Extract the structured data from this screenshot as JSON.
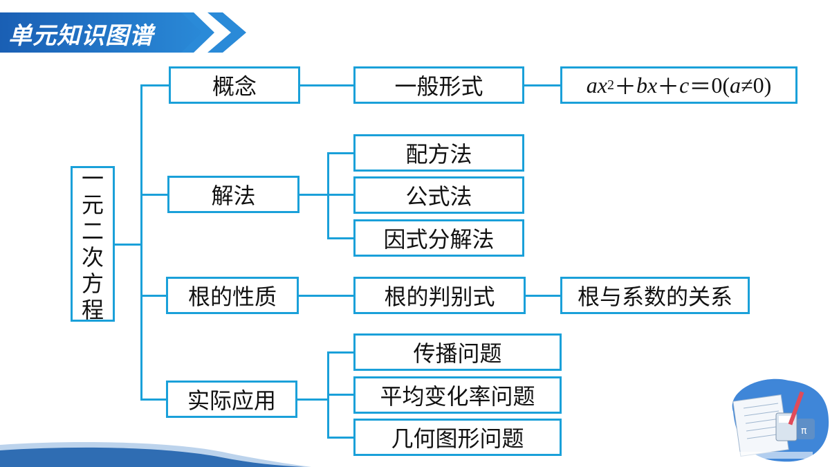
{
  "header": {
    "title": "单元知识图谱"
  },
  "diagram": {
    "root": [
      "一",
      "元",
      "二",
      "次",
      "方",
      "程"
    ],
    "concept": {
      "label": "概念",
      "child": "一般形式",
      "formula": {
        "a1": "a",
        "x1": "x",
        "sup": "2",
        "plus1": "＋",
        "b": "b",
        "x2": "x",
        "plus2": "＋",
        "c": "c",
        "eq": "＝",
        "zero": "0",
        "lp": "(",
        "a2": "a",
        "ne": "≠",
        "zero2": "0",
        "rp": ")"
      }
    },
    "methods": {
      "label": "解法",
      "children": [
        "配方法",
        "公式法",
        "因式分解法"
      ]
    },
    "roots": {
      "label": "根的性质",
      "child": "根的判别式",
      "grandchild": "根与系数的关系"
    },
    "applications": {
      "label": "实际应用",
      "children": [
        "传播问题",
        "平均变化率问题",
        "几何图形问题"
      ]
    }
  },
  "colors": {
    "accent": "#1aa0d9",
    "banner": "#1f6fbf",
    "wave": "#2f6db3"
  }
}
